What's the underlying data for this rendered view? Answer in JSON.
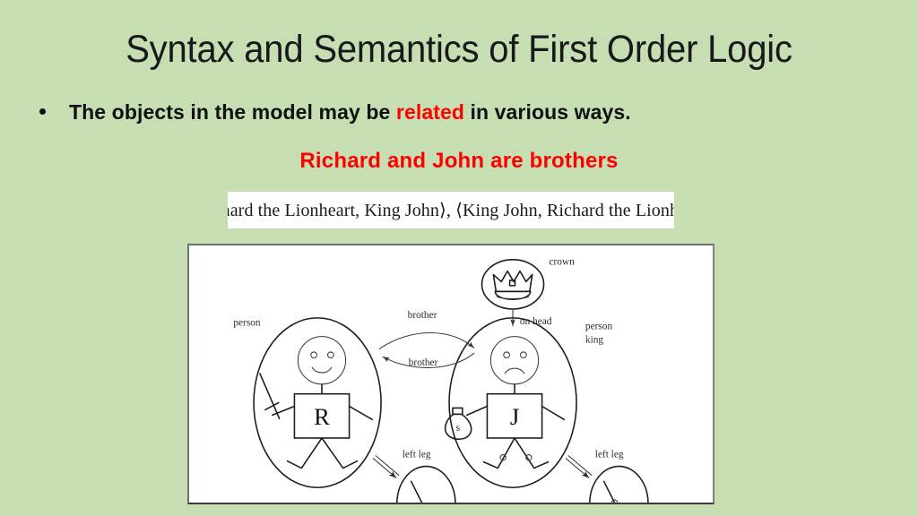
{
  "slide": {
    "background_color": "#c6deb2",
    "title": "Syntax and Semantics of First Order Logic"
  },
  "bullet": {
    "marker": "bullet-dot",
    "text_before": "The objects in the model may be ",
    "highlight": "related",
    "highlight_color": "#ff0000",
    "text_after": " in various ways."
  },
  "subheading": {
    "text": "Richard and John are brothers",
    "color": "#ff0000"
  },
  "set_notation": {
    "text": "{ ⟨Richard the Lionheart, King John⟩, ⟨King John, Richard the Lionheart⟩ }",
    "background": "#ffffff"
  },
  "diagram": {
    "caption_labels": {
      "crown": "crown",
      "on_head": "on head",
      "brother_top": "brother",
      "brother_bottom": "brother",
      "person_left": "person",
      "person_right": "person",
      "king_right": "king",
      "left_leg_left": "left leg",
      "left_leg_right": "left leg"
    },
    "objects": {
      "richard_letter": "R",
      "john_letter": "J",
      "money_symbol": "$"
    },
    "border_color": "#6e7072",
    "background": "#ffffff"
  }
}
